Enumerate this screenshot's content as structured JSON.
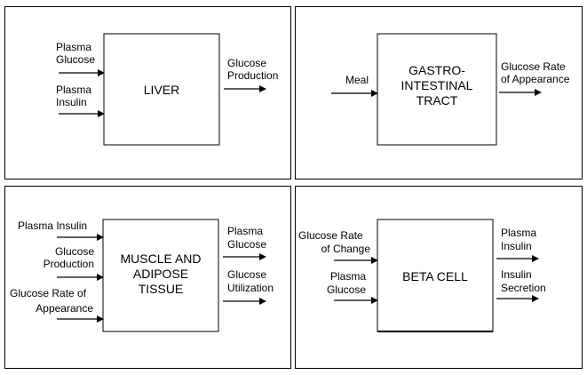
{
  "panels": {
    "liver": {
      "block": "LIVER",
      "inputs": [
        {
          "lines": [
            "Plasma",
            "Glucose"
          ]
        },
        {
          "lines": [
            "Plasma",
            "Insulin"
          ]
        }
      ],
      "outputs": [
        {
          "lines": [
            "Glucose",
            "Production"
          ]
        }
      ]
    },
    "gi": {
      "block": [
        "GASTRO-",
        "INTESTINAL",
        "TRACT"
      ],
      "inputs": [
        {
          "lines": [
            "Meal"
          ]
        }
      ],
      "outputs": [
        {
          "lines": [
            "Glucose Rate",
            "of Appearance"
          ]
        }
      ]
    },
    "muscle": {
      "block": [
        "MUSCLE AND",
        "ADIPOSE",
        "TISSUE"
      ],
      "inputs": [
        {
          "lines": [
            "Plasma Insulin"
          ]
        },
        {
          "lines": [
            "Glucose",
            "Production"
          ]
        },
        {
          "lines": [
            "Glucose Rate of",
            "Appearance"
          ]
        }
      ],
      "outputs": [
        {
          "lines": [
            "Plasma",
            "Glucose"
          ]
        },
        {
          "lines": [
            "Glucose",
            "Utilization"
          ]
        }
      ]
    },
    "beta": {
      "block": "BETA CELL",
      "inputs": [
        {
          "lines": [
            "Glucose Rate",
            "of Change"
          ]
        },
        {
          "lines": [
            "Plasma",
            "Glucose"
          ]
        }
      ],
      "outputs": [
        {
          "lines": [
            "Plasma",
            "Insulin"
          ]
        },
        {
          "lines": [
            "Insulin",
            "Secretion"
          ]
        }
      ]
    }
  }
}
